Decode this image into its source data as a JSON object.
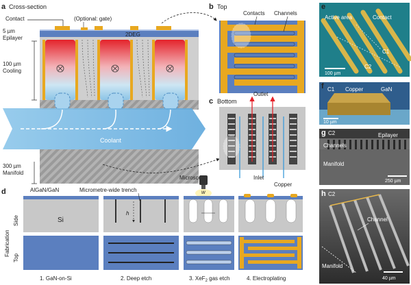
{
  "panels": {
    "a": {
      "letter": "a",
      "title": "Cross-section",
      "contact": "Contact",
      "gate": "(Optional: gate)",
      "twodeg": "2DEG",
      "epi_thick": "5 µm",
      "epi_name": "Epilayer",
      "cool_thick": "100 µm",
      "cool_name": "Cooling",
      "manifold_thick": "300 µm",
      "manifold_name": "Manifold",
      "coolant": "Coolant"
    },
    "b": {
      "letter": "b",
      "title": "Top",
      "contacts": "Contacts",
      "channels": "Channels"
    },
    "c": {
      "letter": "c",
      "title": "Bottom",
      "outlet": "Outlet",
      "inlet": "Inlet"
    },
    "d": {
      "letter": "d",
      "algan": "AlGaN/GaN",
      "trench": "Micrometre-wide trench",
      "microscope": "Microscope",
      "w": "w",
      "copper": "Copper",
      "si": "Si",
      "h": "h",
      "fabrication": "Fabrication",
      "side": "Side",
      "top": "Top",
      "steps": [
        "1. GaN-on-Si",
        "2. Deep etch",
        "3. XeF",
        "4. Electroplating"
      ],
      "step3_sub": "2",
      "step3_tail": " gas etch"
    },
    "e": {
      "letter": "e",
      "active": "Active area",
      "contact": "Contact",
      "c1": "C1",
      "c2": "C2",
      "scale": "100 µm"
    },
    "f": {
      "letter": "f",
      "c1": "C1",
      "copper": "Copper",
      "gan": "GaN",
      "scale": "10 µm"
    },
    "g": {
      "letter": "g",
      "c2": "C2",
      "epilayer": "Epilayer",
      "channels": "Channels",
      "manifold": "Manifold",
      "scale": "250 µm"
    },
    "h": {
      "letter": "h",
      "c2": "C2",
      "channel": "Channel",
      "manifold": "Manifold",
      "scale": "40 µm"
    }
  },
  "colors": {
    "contact_gold": "#e8a820",
    "epi_blue": "#5b7fbf",
    "substrate_gray": "#c8c8c8",
    "coolant_blue": "#79b8df",
    "hot_red": "#e4232b"
  }
}
